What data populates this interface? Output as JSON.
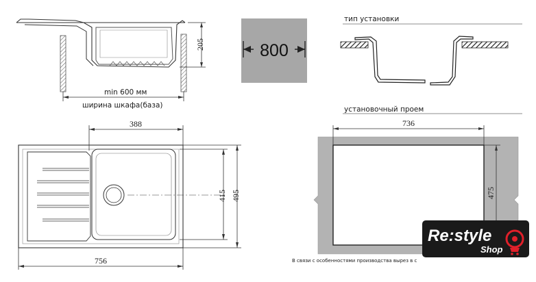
{
  "side_view": {
    "height_dim": "205",
    "min_cabinet": "min 600 мм",
    "cabinet_width": "ширина шкафа(база)"
  },
  "size_badge": {
    "value": "800",
    "color": "#a7a7a7"
  },
  "install_type": {
    "title": "тип установки"
  },
  "top_view": {
    "bowl_width": "388",
    "bowl_height": "415",
    "total_height": "495",
    "total_width": "756"
  },
  "cutout": {
    "title": "установочный проем",
    "width": "736",
    "height": "475",
    "fill_color": "#b3b3b3"
  },
  "footnote": "В связи с особенностями производства вырез в с",
  "logo": {
    "brand": "Re:style",
    "sub": "Shop",
    "bg": "#1a1a1a",
    "accent": "#e0202a"
  }
}
